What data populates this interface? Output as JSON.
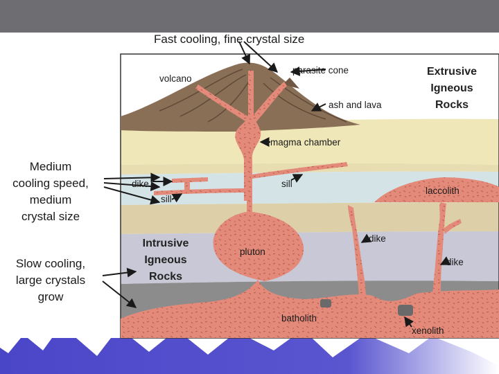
{
  "colors": {
    "top_bar": "#6d6d72",
    "footer_blue": "#4a46c8",
    "volcano": "#8a6f57",
    "magma": "#e38a7a",
    "cream_layer": "#efe7b7",
    "blue_layer": "#d4e3e6",
    "tan_layer": "#ddd0a9",
    "purple_layer": "#c8c8d6",
    "dark_layer": "#8c8c8c"
  },
  "header": {
    "title": "Fast cooling, fine crystal size"
  },
  "side_labels": {
    "medium": [
      "Medium",
      "cooling speed,",
      "medium",
      "crystal size"
    ],
    "slow": [
      "Slow cooling,",
      "large crystals",
      "grow"
    ]
  },
  "section_titles": {
    "extrusive": [
      "Extrusive",
      "Igneous",
      "Rocks"
    ],
    "intrusive": [
      "Intrusive",
      "Igneous",
      "Rocks"
    ]
  },
  "feature_labels": {
    "volcano": "volcano",
    "parasite_cone": "parasite cone",
    "ash_lava": "ash and lava",
    "magma_chamber": "magma chamber",
    "dike_left": "dike",
    "sill_left": "sill",
    "sill_right": "sill",
    "laccolith": "laccolith",
    "dike_mid": "dike",
    "dike_right": "dike",
    "pluton": "pluton",
    "batholith": "batholith",
    "xenolith": "xenolith"
  }
}
